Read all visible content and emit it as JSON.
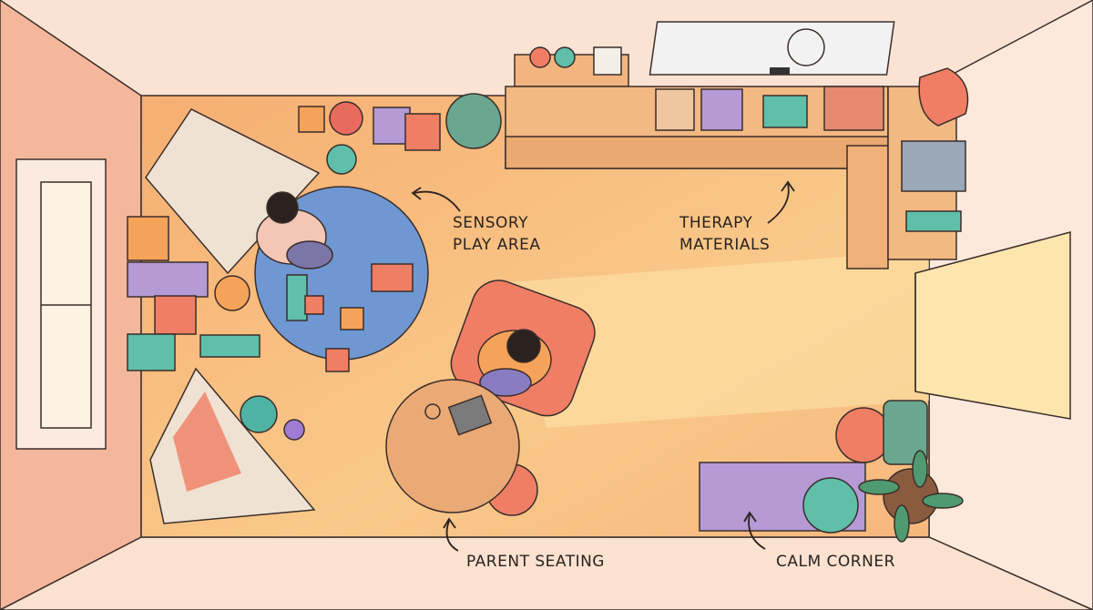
{
  "labels": {
    "sensory_line1": "SENSORY",
    "sensory_line2": "PLAY AREA",
    "therapy_line1": "THERAPY",
    "therapy_line2": "MATERIALS",
    "parent": "PARENT SEATING",
    "calm": "CALM CORNER"
  },
  "colors": {
    "floor_top": "#f6b47a",
    "floor_bottom": "#fcd99c",
    "left_wall": "#f5b79c",
    "top_wall": "#fbe3d3",
    "rug": "#6f97d2",
    "teal": "#5fbfa9",
    "coral": "#f07e64",
    "purple": "#b59ad6",
    "wood": "#f1b47c"
  }
}
